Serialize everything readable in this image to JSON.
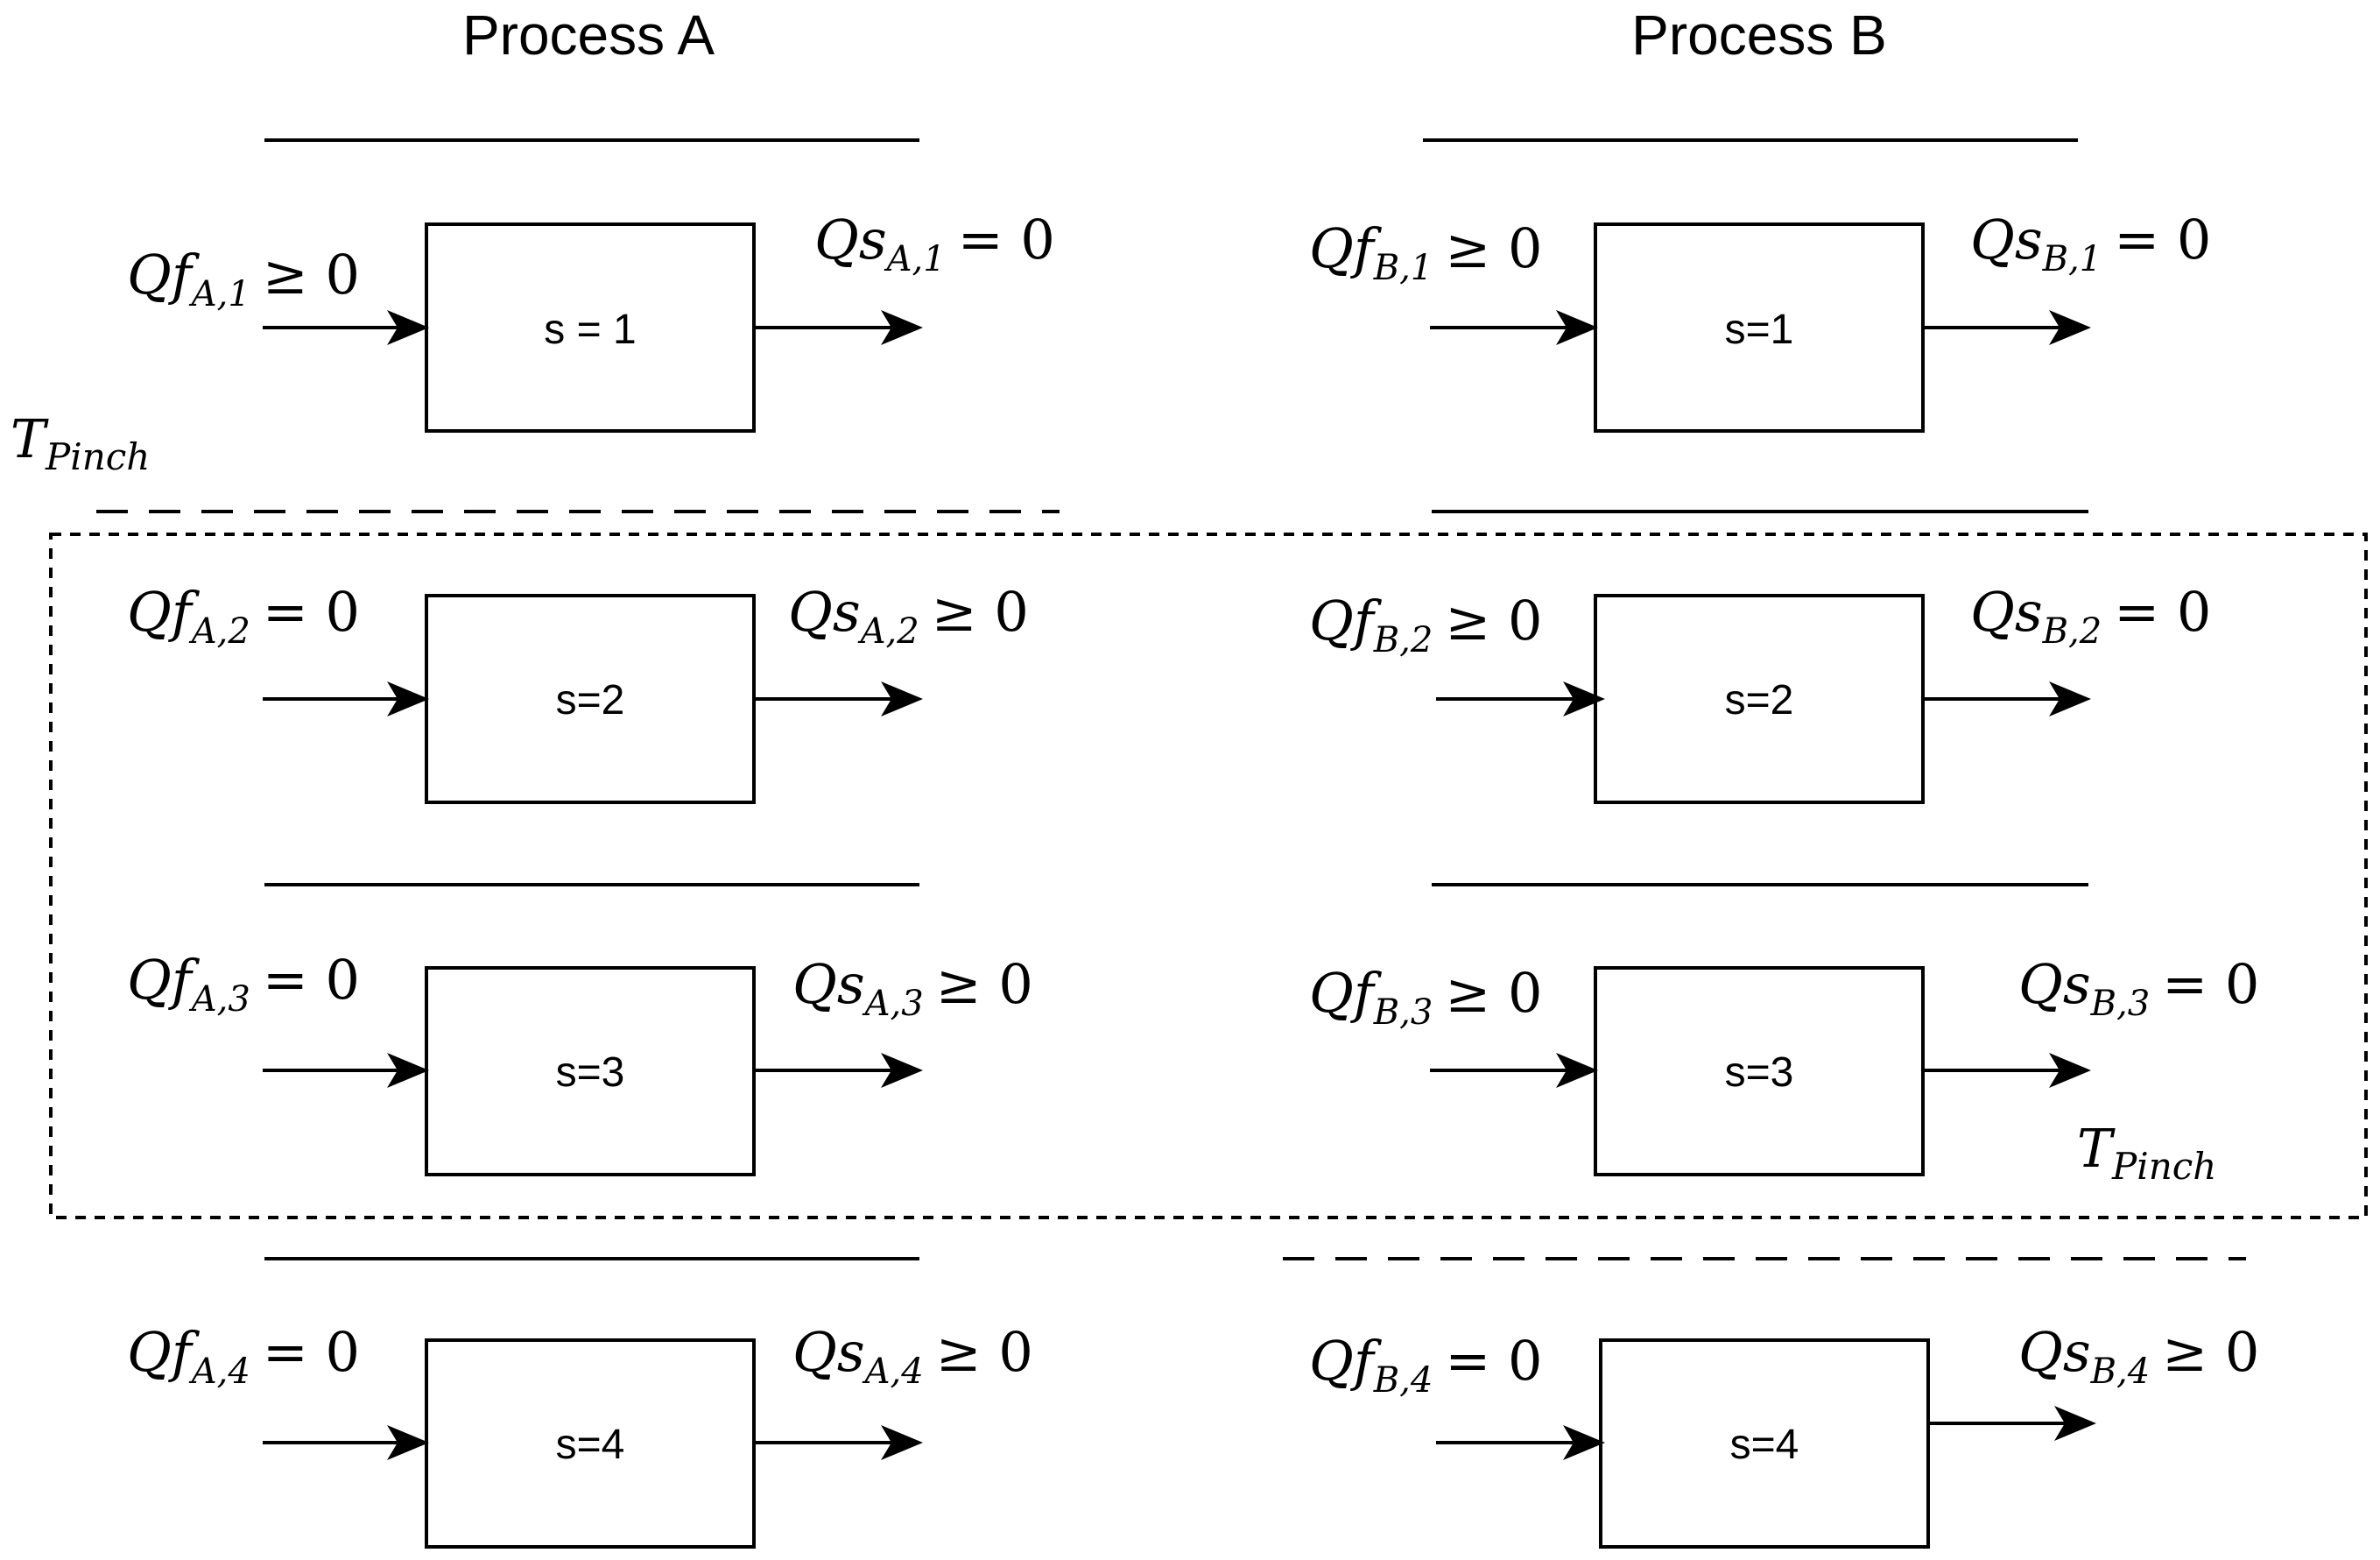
{
  "titles": {
    "process_a": "Process A",
    "process_b": "Process B"
  },
  "pinch": {
    "base": "T",
    "sub": "Pinch"
  },
  "process_a": {
    "stages": [
      {
        "label": "s = 1",
        "feed": {
          "q": "Qf",
          "sub": "A,1",
          "rel": "≥ 0"
        },
        "supply": {
          "q": "Qs",
          "sub": "A,1",
          "rel": "= 0"
        }
      },
      {
        "label": "s=2",
        "feed": {
          "q": "Qf",
          "sub": "A,2",
          "rel": "= 0"
        },
        "supply": {
          "q": "Qs",
          "sub": "A,2",
          "rel": "≥ 0"
        }
      },
      {
        "label": "s=3",
        "feed": {
          "q": "Qf",
          "sub": "A,3",
          "rel": "= 0"
        },
        "supply": {
          "q": "Qs",
          "sub": "A,3",
          "rel": "≥ 0"
        }
      },
      {
        "label": "s=4",
        "feed": {
          "q": "Qf",
          "sub": "A,4",
          "rel": "= 0"
        },
        "supply": {
          "q": "Qs",
          "sub": "A,4",
          "rel": "≥ 0"
        }
      }
    ]
  },
  "process_b": {
    "stages": [
      {
        "label": "s=1",
        "feed": {
          "q": "Qf",
          "sub": "B,1",
          "rel": "≥ 0"
        },
        "supply": {
          "q": "Qs",
          "sub": "B,1",
          "rel": "= 0"
        }
      },
      {
        "label": "s=2",
        "feed": {
          "q": "Qf",
          "sub": "B,2",
          "rel": "≥ 0"
        },
        "supply": {
          "q": "Qs",
          "sub": "B,2",
          "rel": "= 0"
        }
      },
      {
        "label": "s=3",
        "feed": {
          "q": "Qf",
          "sub": "B,3",
          "rel": "≥ 0"
        },
        "supply": {
          "q": "Qs",
          "sub": "B,3",
          "rel": "= 0"
        }
      },
      {
        "label": "s=4",
        "feed": {
          "q": "Qf",
          "sub": "B,4",
          "rel": "= 0"
        },
        "supply": {
          "q": "Qs",
          "sub": "B,4",
          "rel": "≥ 0"
        }
      }
    ]
  }
}
